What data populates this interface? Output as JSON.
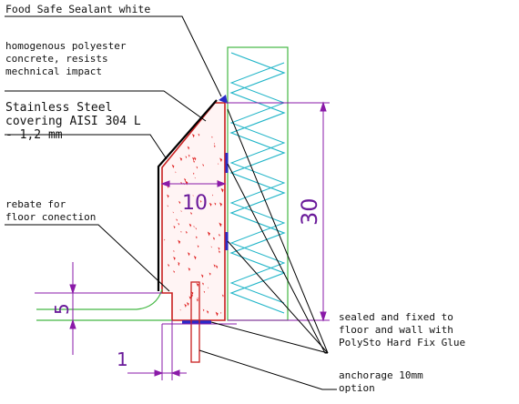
{
  "labels": {
    "sealant": "Food Safe Sealant white",
    "concrete_l1": "homogenous polyester",
    "concrete_l2": "concrete, resists",
    "concrete_l3": "mechnical impact",
    "steel_l1": "Stainless Steel",
    "steel_l2": "covering AISI 304 L",
    "steel_l3": "- 1,2 mm",
    "rebate_l1": "rebate for",
    "rebate_l2": "floor conection",
    "glue_l1": "sealed and fixed to",
    "glue_l2": "floor and wall with",
    "glue_l3": "PolySto Hard Fix Glue",
    "anchor_l1": "anchorage 10mm",
    "anchor_l2": "option"
  },
  "dimensions": {
    "thickness": "10",
    "height": "30",
    "rebate_height": "5",
    "rebate_width": "1"
  },
  "colors": {
    "outline_red": "#c81e1e",
    "dots_red": "#e02020",
    "dimension_purple": "#8a1aa8",
    "insulation_cyan": "#20b5c8",
    "wall_green": "#43b843",
    "glue_blue": "#2a2ac8",
    "leader_black": "#000000"
  }
}
